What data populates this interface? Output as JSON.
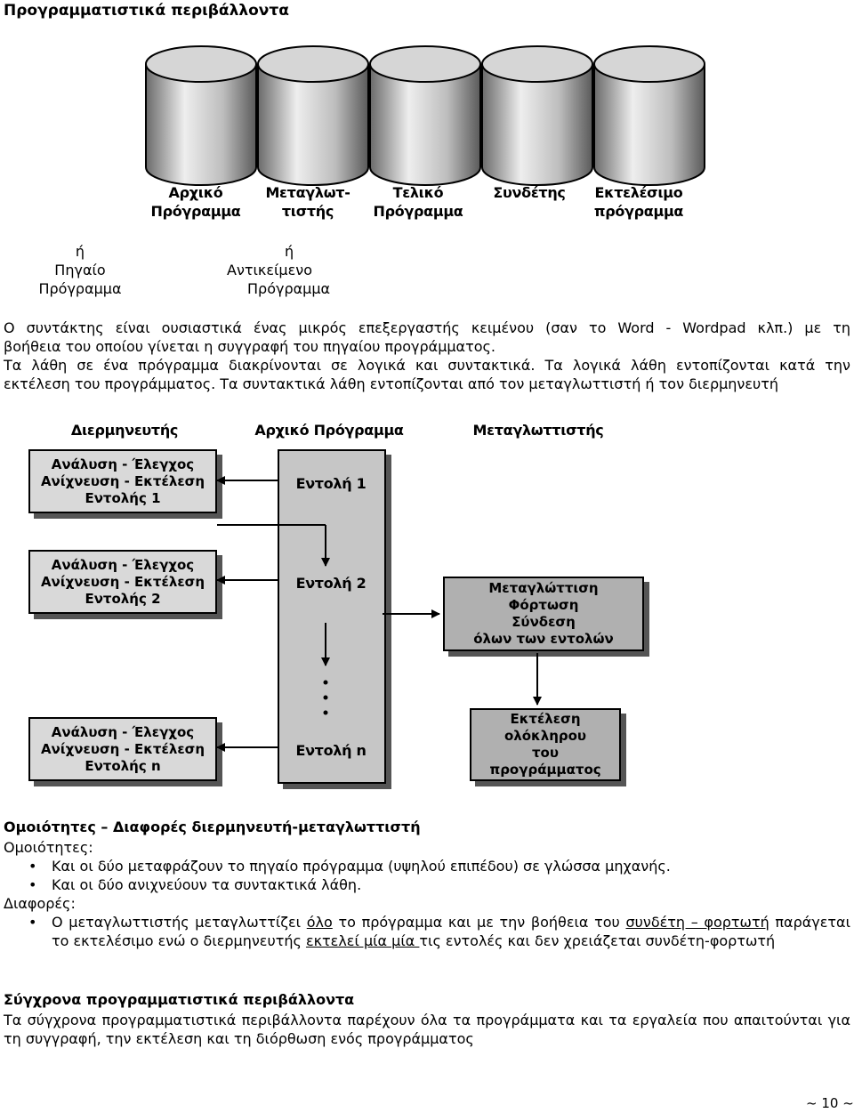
{
  "page": {
    "title": "Προγραμματιστικά περιβάλλοντα",
    "page_number": "~ 10 ~"
  },
  "top_diagram": {
    "labels": [
      [
        "Αρχικό",
        "Πρόγραμμα"
      ],
      [
        "Μεταγλωτ-",
        "τιστής"
      ],
      [
        "Τελικό",
        "Πρόγραμμα"
      ],
      [
        "Συνδέτης",
        ""
      ],
      [
        "Εκτελέσιμο",
        "πρόγραμμα"
      ]
    ],
    "alt_left": [
      "ή",
      "Πηγαίο",
      "Πρόγραμμα"
    ],
    "alt_right": [
      "ή",
      "Αντικείμενο",
      "Πρόγραμμα"
    ]
  },
  "intro": {
    "l1": "Ο συντάκτης είναι ουσιαστικά ένας μικρός επεξεργαστής κειμένου (σαν το Word - Wordpad κλπ.) με τη",
    "l2": "βοήθεια του οποίου γίνεται η συγγραφή του πηγαίου προγράμματος.",
    "l3": "Τα λάθη σε ένα πρόγραμμα διακρίνονται σε λογικά και συντακτικά. Τα λογικά λάθη εντοπίζονται κατά την",
    "l4": "εκτέλεση του προγράμματος. Τα συντακτικά λάθη εντοπίζονται από τον μεταγλωττιστή ή τον διερμηνευτή"
  },
  "flow_diagram": {
    "headers": {
      "left": "Διερμηνευτής",
      "middle": "Αρχικό Πρόγραμμα",
      "right": "Μεταγλωττιστής"
    },
    "interp_boxes": [
      [
        "Ανάλυση - Έλεγχος",
        "Ανίχνευση - Εκτέλεση",
        "Εντολής 1"
      ],
      [
        "Ανάλυση - Έλεγχος",
        "Ανίχνευση - Εκτέλεση",
        "Εντολής 2"
      ],
      [
        "Ανάλυση - Έλεγχος",
        "Ανίχνευση - Εκτέλεση",
        "Εντολής n"
      ]
    ],
    "commands": [
      "Εντολή 1",
      "Εντολή 2",
      "Εντολή n"
    ],
    "compile_box": [
      "Μεταγλώττιση",
      "Φόρτωση",
      "Σύνδεση",
      "όλων των εντολών"
    ],
    "execute_box": [
      "Εκτέλεση",
      "ολόκληρου",
      "του",
      "προγράμματος"
    ]
  },
  "similarities": {
    "heading": "Ομοιότητες – Διαφορές διερμηνευτή-μεταγλωττιστή",
    "sim_label": "Ομοιότητες:",
    "sim_items": [
      "Και οι δύο μεταφράζουν το πηγαίο πρόγραμμα (υψηλού επιπέδου) σε γλώσσα μηχανής.",
      "Και οι δύο ανιχνεύουν τα συντακτικά λάθη."
    ],
    "diff_label": "Διαφορές:",
    "diff": {
      "a1": "Ο μεταγλωττιστής μεταγλωττίζει ",
      "u1": "όλο",
      "a2": " το πρόγραμμα και με την βοήθεια του ",
      "u2": "συνδέτη – φορτωτή",
      "a3": " παράγεται το εκτελέσιμο ενώ ο διερμηνευτής ",
      "u3": "εκτελεί μία μία ",
      "a4": "τις εντολές και δεν χρειάζεται συνδέτη-φορτωτή"
    }
  },
  "modern": {
    "heading": "Σύγχρονα προγραμματιστικά περιβάλλοντα",
    "text": "Τα σύγχρονα προγραμματιστικά περιβάλλοντα παρέχουν όλα τα προγράμματα και τα εργαλεία που απαιτούνται για τη συγγραφή, την εκτέλεση και τη διόρθωση ενός προγράμματος"
  }
}
